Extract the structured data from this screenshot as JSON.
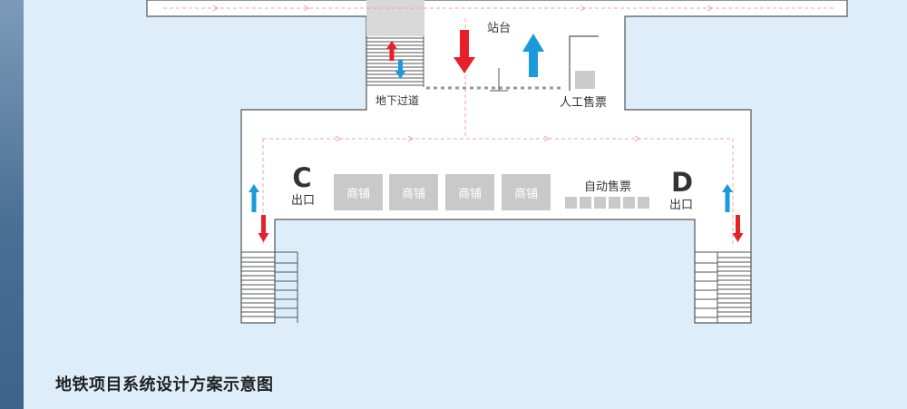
{
  "title": "地铁项目系统设计方案示意图",
  "labels": {
    "platform": "站台",
    "underpass": "地下过道",
    "manual_ticket": "人工售票",
    "auto_ticket": "自动售票",
    "shop": "商铺",
    "exit_c_letter": "C",
    "exit_c_word": "出口",
    "exit_d_letter": "D",
    "exit_d_word": "出口"
  },
  "colors": {
    "background": "#ddeefa",
    "wall": "#ffffff",
    "shop_fill": "#c9c9c9",
    "guide_dash": "#f0a0b0",
    "down_arrow": "#e62129",
    "up_arrow": "#1a9ad9"
  }
}
